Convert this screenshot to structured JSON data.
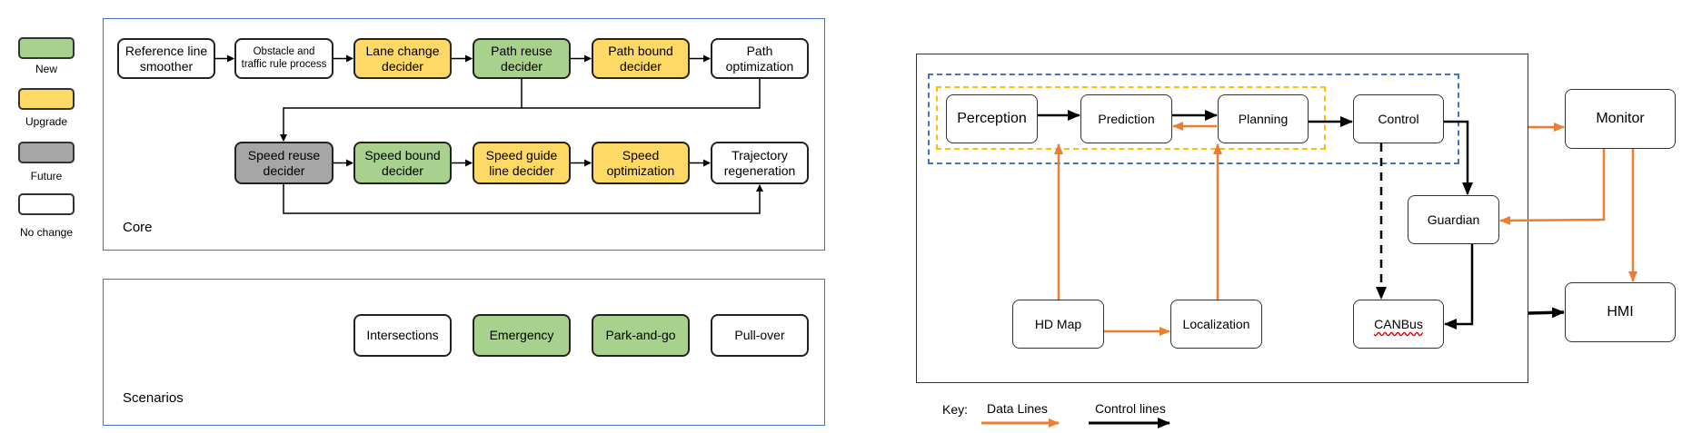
{
  "legend": {
    "items": [
      {
        "label": "New",
        "color": "#a9d18e"
      },
      {
        "label": "Upgrade",
        "color": "#ffd966"
      },
      {
        "label": "Future",
        "color": "#a6a6a6"
      },
      {
        "label": "No change",
        "color": "#ffffff"
      }
    ]
  },
  "core": {
    "title": "Core",
    "row1": [
      {
        "label": "Reference line smoother",
        "status": "no-change"
      },
      {
        "label": "Obstacle and traffic rule process",
        "status": "no-change"
      },
      {
        "label": "Lane change decider",
        "status": "upgrade"
      },
      {
        "label": "Path reuse decider",
        "status": "new"
      },
      {
        "label": "Path bound decider",
        "status": "upgrade"
      },
      {
        "label": "Path optimization",
        "status": "no-change"
      }
    ],
    "row2": [
      {
        "label": "Speed reuse decider",
        "status": "future"
      },
      {
        "label": "Speed bound decider",
        "status": "new"
      },
      {
        "label": "Speed guide line decider",
        "status": "upgrade"
      },
      {
        "label": "Speed optimization",
        "status": "upgrade"
      },
      {
        "label": "Trajectory regeneration",
        "status": "no-change"
      }
    ]
  },
  "scenarios": {
    "title": "Scenarios",
    "items": [
      {
        "label": "Intersections",
        "status": "no-change"
      },
      {
        "label": "Emergency",
        "status": "new"
      },
      {
        "label": "Park-and-go",
        "status": "new"
      },
      {
        "label": "Pull-over",
        "status": "no-change"
      }
    ]
  },
  "architecture": {
    "perception": "Perception",
    "prediction": "Prediction",
    "planning": "Planning",
    "control": "Control",
    "monitor": "Monitor",
    "guardian": "Guardian",
    "hd_map": "HD Map",
    "localization": "Localization",
    "canbus": "CANBus",
    "hmi": "HMI"
  },
  "key": {
    "label": "Key:",
    "data_lines": "Data Lines",
    "control_lines": "Control lines",
    "data_color": "#ed7d31",
    "control_color": "#000000"
  }
}
